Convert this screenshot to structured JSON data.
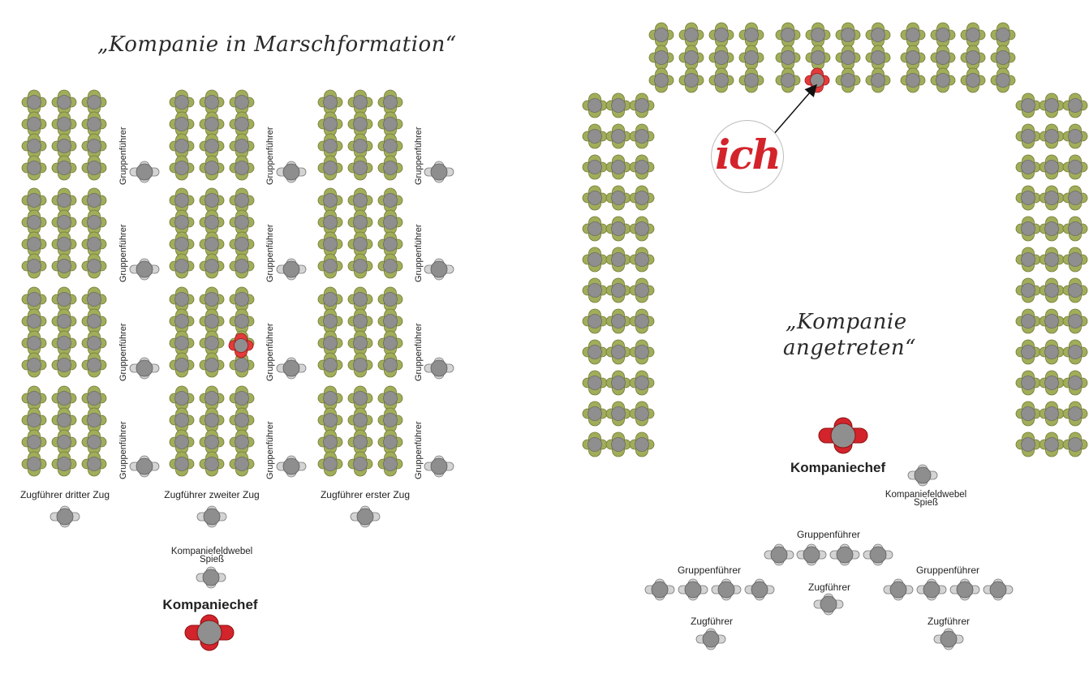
{
  "colors": {
    "soldier_body": "#8f8f8f",
    "soldier_uniform": "#a2ad5a",
    "leader_uniform": "#c9c9c9",
    "highlight": "#d3242b"
  },
  "left_panel": {
    "title": "„Kompanie in Marschformation“",
    "platoon_leaders": [
      "Zugführer dritter Zug",
      "Zugführer zweiter Zug",
      "Zugführer erster Zug"
    ],
    "squad_leader_label": "Gruppenführer",
    "sergeant_major": {
      "line1": "Kompaniefeldwebel",
      "line2": "Spieß"
    },
    "commander": "Kompaniechef"
  },
  "right_panel": {
    "title_line1": "„Kompanie",
    "title_line2": "angetreten“",
    "me_label": "ich",
    "commander": "Kompaniechef",
    "sergeant_major": {
      "line1": "Kompaniefeldwebel",
      "line2": "Spieß"
    },
    "squad_leader_labels": [
      "Gruppenführer",
      "Gruppenführer",
      "Gruppenführer"
    ],
    "platoon_leader_labels": [
      "Zugführer",
      "Zugführer",
      "Zugführer"
    ]
  }
}
